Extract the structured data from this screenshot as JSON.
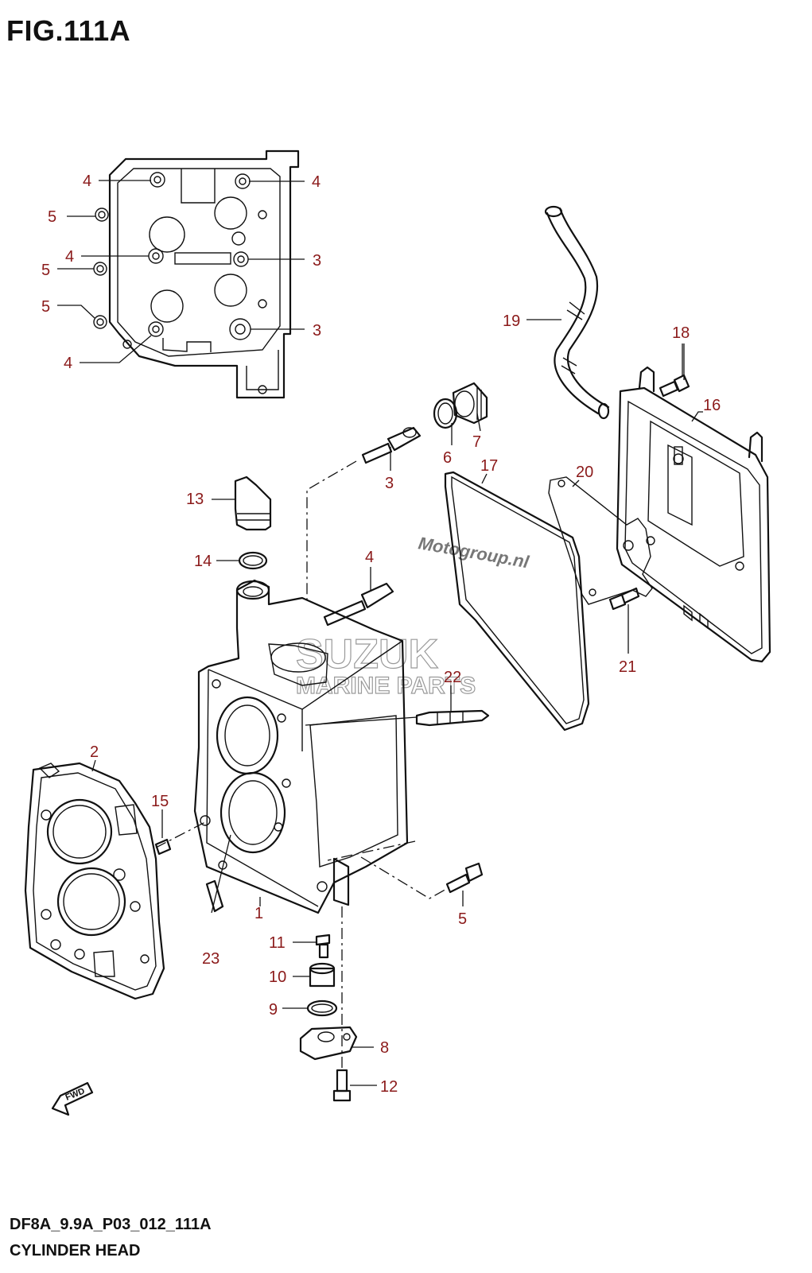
{
  "figure": {
    "title": "FIG.111A",
    "code": "DF8A_9.9A_P03_012_111A",
    "name": "CYLINDER HEAD"
  },
  "watermarks": {
    "brand": "SUZUK",
    "sub": "MARINE PARTS",
    "site": "Motogroup.nl"
  },
  "fwd_label": "FWD",
  "colors": {
    "callout": "#8b1a1a",
    "line": "#111111"
  },
  "callouts": {
    "top_4a": "4",
    "top_4b": "4",
    "top_5a": "5",
    "top_4c": "4",
    "top_3a": "3",
    "top_5b": "5",
    "top_5c": "5",
    "top_3b": "3",
    "top_4d": "4",
    "c19": "19",
    "c18": "18",
    "c16": "16",
    "c6": "6",
    "c7": "7",
    "c17": "17",
    "c20": "20",
    "c3": "3",
    "c13": "13",
    "c14": "14",
    "c4": "4",
    "c21": "21",
    "c22": "22",
    "c2": "2",
    "c15": "15",
    "c1": "1",
    "c5": "5",
    "c23": "23",
    "c11": "11",
    "c10": "10",
    "c9": "9",
    "c8": "8",
    "c12": "12"
  }
}
